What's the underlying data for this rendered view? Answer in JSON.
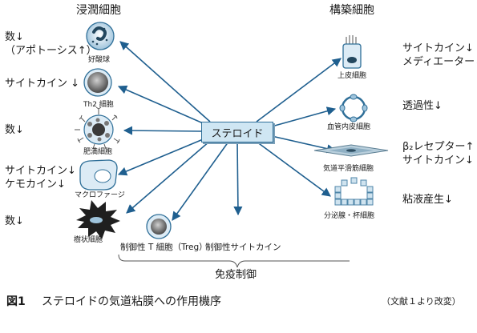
{
  "headers": {
    "left": "浸潤細胞",
    "right": "構築細胞"
  },
  "center": "ステロイド",
  "left_cells": [
    {
      "name": "好酸球",
      "effect": "数↓\n（アポトーシス↑）"
    },
    {
      "name": "Th2 細胞",
      "effect": "サイトカイン ↓"
    },
    {
      "name": "肥満細胞",
      "effect": "数↓"
    },
    {
      "name": "マクロファージ",
      "effect": "サイトカイン↓\nケモカイン↓"
    },
    {
      "name": "樹状細胞",
      "effect": "数↓"
    }
  ],
  "bottom_cells": [
    {
      "name": "制御性 T 細胞（Treg）"
    },
    {
      "name": "制御性サイトカイン"
    }
  ],
  "bottom_group_label": "免疫制御",
  "right_cells": [
    {
      "name": "上皮細胞",
      "effect": "サイトカイン↓\nメディエーター↓"
    },
    {
      "name": "血管内皮細胞",
      "effect": "透過性↓"
    },
    {
      "name": "気道平滑筋細胞",
      "effect": "β₂レセプター↑\nサイトカイン↓"
    },
    {
      "name": "分泌腺・杯細胞",
      "effect": "粘液産生↓"
    }
  ],
  "caption": {
    "figure_label": "図1",
    "title": "ステロイドの気道粘膜への作用機序",
    "source": "（文献１より改変）"
  },
  "colors": {
    "arrow": "#1f5f8f",
    "box_fill": "#cfe6f3",
    "cell_fill": "#dcebf5"
  }
}
